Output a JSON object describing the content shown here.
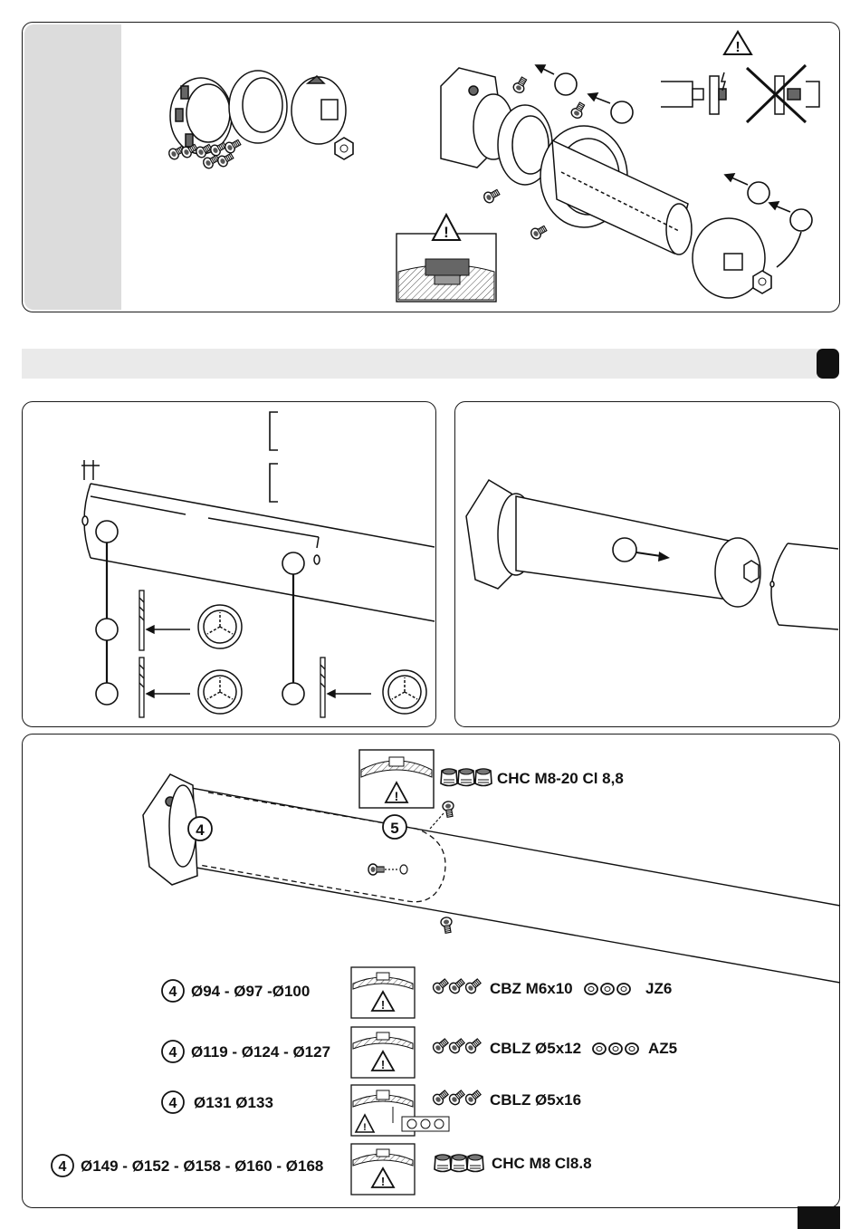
{
  "warnings": {
    "symbol": "!"
  },
  "callouts": {
    "four": "4",
    "five": "5"
  },
  "top_screw": "CHC M8-20 Cl 8,8",
  "rows": [
    {
      "diameters": "Ø94 - Ø97 -Ø100",
      "screw": "CBZ M6x10",
      "washer": "JZ6"
    },
    {
      "diameters": "Ø119 - Ø124 - Ø127",
      "screw": "CBLZ Ø5x12",
      "washer": "AZ5"
    },
    {
      "diameters": "Ø131 Ø133",
      "screw": "CBLZ Ø5x16",
      "washer": ""
    },
    {
      "diameters": "Ø149 - Ø152 - Ø158 - Ø160 - Ø168",
      "screw": "CHC M8 Cl8.8",
      "washer": ""
    }
  ],
  "colors": {
    "ink": "#111111",
    "sidebar": "#dcdcdc",
    "band": "#eaeaea"
  }
}
